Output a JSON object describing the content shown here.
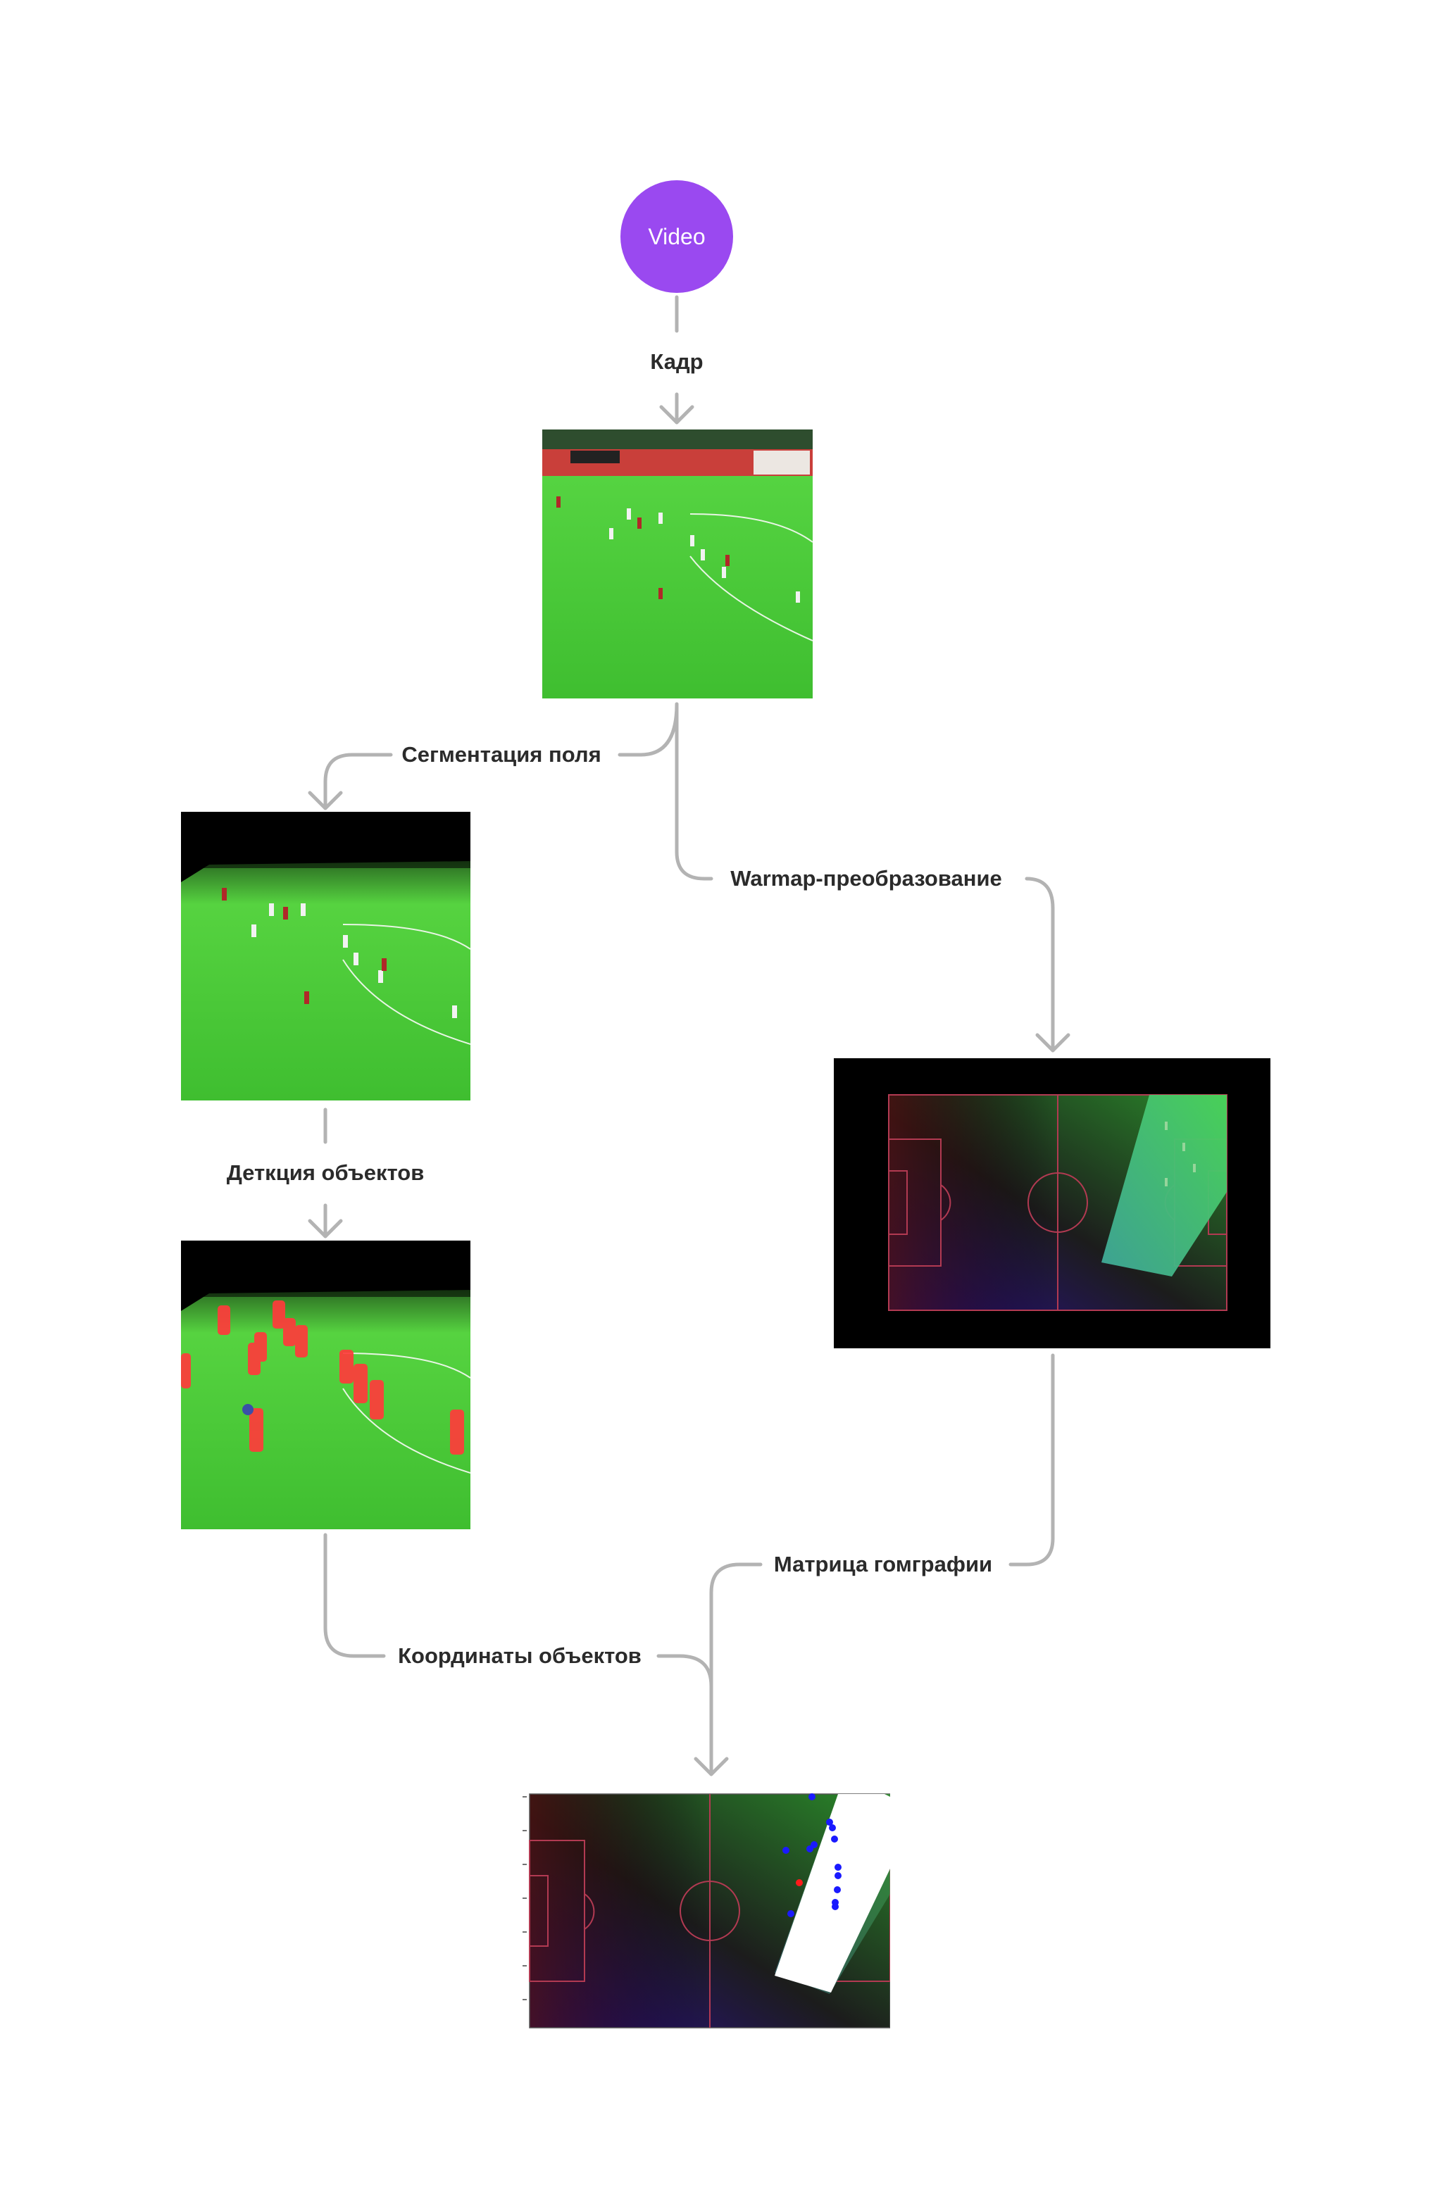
{
  "diagram": {
    "start_node": "Video",
    "edges": {
      "frame": "Кадр",
      "segmentation": "Сегментация поля",
      "warp": "Warmap-преобразование",
      "detection": "Деткция объектов",
      "homography": "Матрица гомграфии",
      "coordinates": "Координаты объектов"
    }
  },
  "colors": {
    "start_node": "#9a49f0",
    "connector": "#b3b3b3",
    "pitch_green": "#3fc032",
    "box_red": "#ff3b3b",
    "team_blue": "#1a1aff",
    "ball_red": "#ff1a1a"
  }
}
